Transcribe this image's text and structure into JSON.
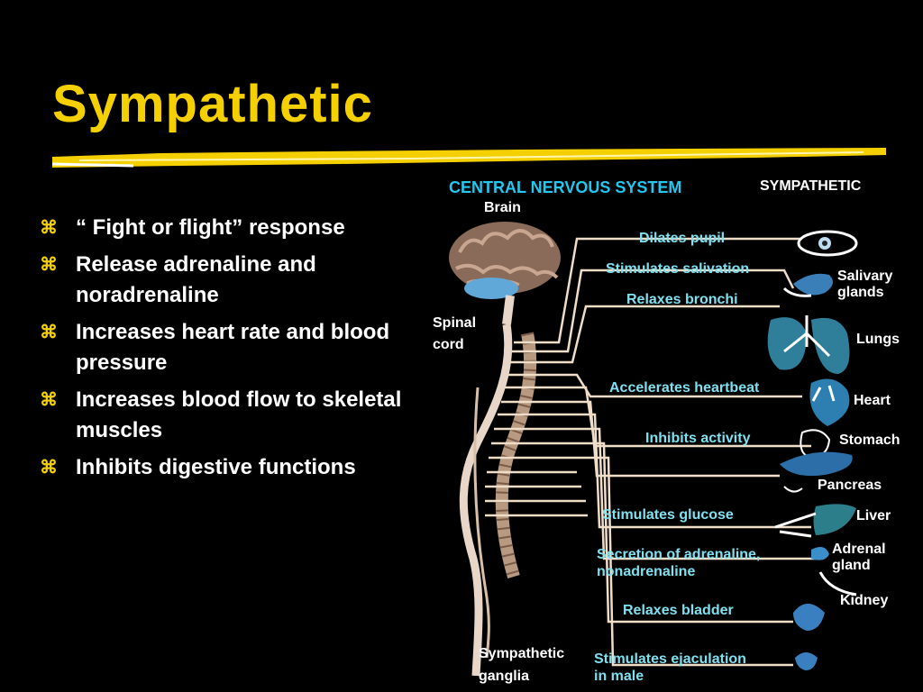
{
  "slide": {
    "title": "Sympathetic",
    "bullets": [
      "“ Fight or flight” response",
      "Release adrenaline and noradrenaline",
      "Increases heart rate and blood pressure",
      "Increases blood flow to skeletal muscles",
      "Inhibits digestive functions"
    ],
    "bullet_symbol": "⌘",
    "accent_color": "#f5d000"
  },
  "diagram": {
    "header_cns": "CENTRAL NERVOUS SYSTEM",
    "header_sympathetic": "SYMPATHETIC",
    "brain": "Brain",
    "spinal_cord": [
      "Spinal",
      "cord"
    ],
    "sympathetic_ganglia": [
      "Sympathetic",
      "ganglia"
    ],
    "functions": [
      "Dilates pupil",
      "Stimulates salivation",
      "Relaxes bronchi",
      "Accelerates heartbeat",
      "Inhibits activity",
      "Stimulates glucose",
      "Secretion of adrenaline,",
      "nonadrenaline",
      "Relaxes bladder",
      "Stimulates ejaculation",
      "in male"
    ],
    "organs": {
      "salivary": [
        "Salivary",
        "glands"
      ],
      "lungs": "Lungs",
      "heart": "Heart",
      "stomach": "Stomach",
      "pancreas": "Pancreas",
      "liver": "Liver",
      "adrenal": [
        "Adrenal",
        "gland"
      ],
      "kidney": "Kidney"
    }
  }
}
